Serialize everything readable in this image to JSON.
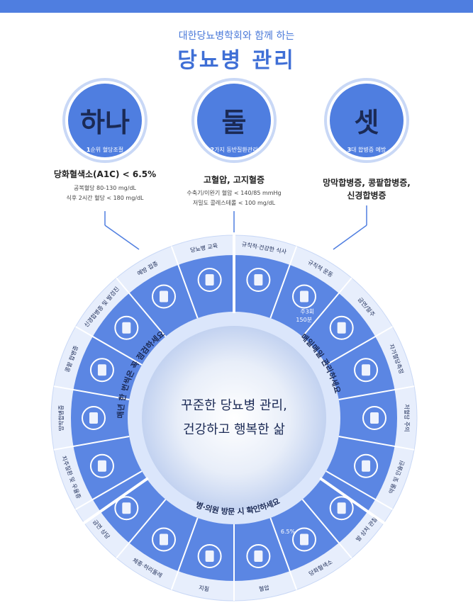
{
  "header": {
    "subtitle": "대한당뇨병학회와 함께 하는",
    "title": "당뇨병 관리"
  },
  "goals": [
    {
      "num": "하나",
      "tag_num": "1",
      "tag": "순위 혈당조절",
      "head": "당화혈색소(A1C) < 6.5%",
      "lines": [
        "공복혈당 80-130 mg/dL",
        "식후 2시간 혈당 < 180 mg/dL"
      ]
    },
    {
      "num": "둘",
      "tag_num": "2",
      "tag": "가지 동반질환관리",
      "head": "고혈압, 고지혈증",
      "lines": [
        "수축기/이완기 혈압 < 140/85 mmHg",
        "저밀도 콜레스테롤 < 100 mg/dL"
      ]
    },
    {
      "num": "셋",
      "tag_num": "3",
      "tag": "대 합병증 예방",
      "head": "망막합병증, 콩팥합병증,",
      "lines": [
        "신경합병증"
      ]
    }
  ],
  "center": {
    "line1": "꾸준한 당뇨병 관리,",
    "line2": "건강하고 행복한 삶"
  },
  "arcs": {
    "yearly": "매년 한 번씩은 꼭 점검하세요",
    "daily": "매일매일 관리하세요",
    "visit": "병·의원 방문 시 확인하세요"
  },
  "segments": [
    {
      "label": "당뇨병 교육",
      "icon": "notebook-icon"
    },
    {
      "label": "규칙적·건강한 식사",
      "icon": "spoon-icon"
    },
    {
      "label": "규칙적 운동",
      "icon": "dumbbell-icon",
      "note1": "주3회",
      "note2": "150분"
    },
    {
      "label": "금연/절주",
      "icon": "no-smoking-icon"
    },
    {
      "label": "자가혈당측정",
      "icon": "glucose-meter-icon"
    },
    {
      "label": "저혈당 주의",
      "icon": "warning-icon"
    },
    {
      "label": "약물 및 인슐린",
      "icon": "syringe-pill-icon"
    },
    {
      "label": "발 상처 관찰",
      "icon": "foot-icon"
    },
    {
      "label": "당화혈색소",
      "icon": "chart-drop-icon",
      "note1": "6.5%"
    },
    {
      "label": "혈압",
      "icon": "blood-pressure-icon"
    },
    {
      "label": "지질",
      "icon": "test-tube-icon"
    },
    {
      "label": "체중·허리둘레",
      "icon": "scale-icon"
    },
    {
      "label": "금연 상담",
      "icon": "no-smoking-sign-icon"
    },
    {
      "label": "치주질환 및 우울증",
      "icon": "heart-icon"
    },
    {
      "label": "망막합병증",
      "icon": "eye-icon"
    },
    {
      "label": "콩팥 합병증",
      "icon": "kidney-icon"
    },
    {
      "label": "신경합병증 및 발검진",
      "icon": "hammer-search-icon"
    },
    {
      "label": "예방 접종",
      "icon": "vaccine-icon"
    }
  ],
  "colors": {
    "primary": "#4f7ee0",
    "dark": "#3f6fd6",
    "ring_light": "#e7eefc",
    "ring_mid": "#5b86e3",
    "inner_light": "#dbe6fb"
  }
}
